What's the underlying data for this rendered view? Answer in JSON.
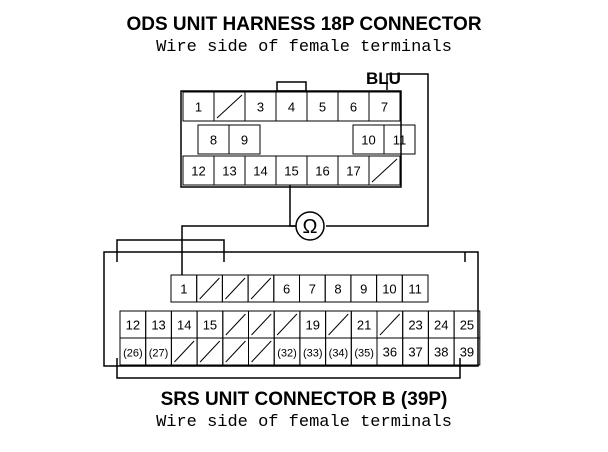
{
  "top_connector": {
    "title": "ODS UNIT HARNESS 18P CONNECTOR",
    "subtitle": "Wire side of female terminals",
    "wire_color": "BLU",
    "row1": [
      "1",
      "",
      "3",
      "4",
      "5",
      "6",
      "7"
    ],
    "row2": [
      "8",
      "9",
      "10",
      "11"
    ],
    "row3": [
      "12",
      "13",
      "14",
      "15",
      "16",
      "17",
      ""
    ]
  },
  "meter_symbol": "Ω",
  "bottom_connector": {
    "title": "SRS UNIT CONNECTOR B (39P)",
    "subtitle": "Wire side of female terminals",
    "row1": [
      "1",
      "",
      "",
      "",
      "6",
      "7",
      "8",
      "9",
      "10",
      "11"
    ],
    "row2": [
      "12",
      "13",
      "14",
      "15",
      "",
      "",
      "",
      "19",
      "",
      "21",
      "",
      "23",
      "24",
      "25"
    ],
    "row3": [
      "(26)",
      "(27)",
      "",
      "",
      "",
      "",
      "(32)",
      "(33)",
      "(34)",
      "(35)",
      "36",
      "37",
      "38",
      "39"
    ]
  }
}
